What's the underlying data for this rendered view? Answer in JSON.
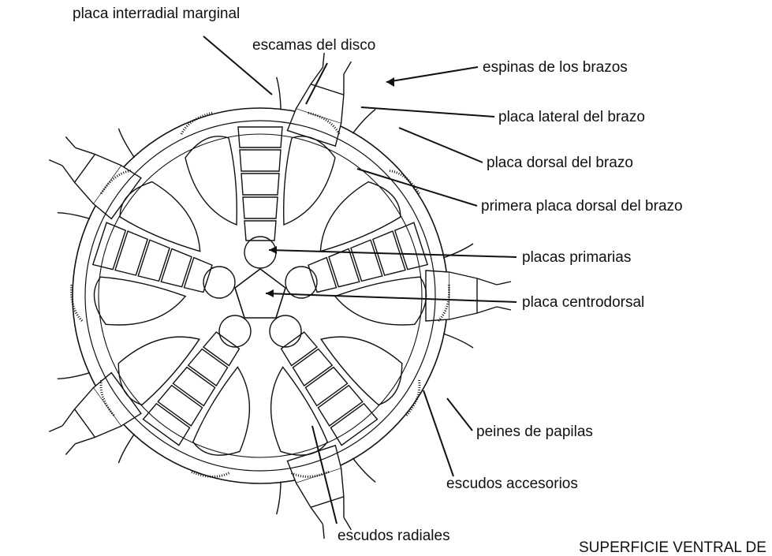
{
  "labels": {
    "placa_interradial_marginal": "placa interradial marginal",
    "escamas_del_disco": "escamas del disco",
    "espinas_de_los_brazos": "espinas de los brazos",
    "placa_lateral_del_brazo": "placa lateral del brazo",
    "placa_dorsal_del_brazo": "placa dorsal del brazo",
    "primera_placa_dorsal_del_brazo": "primera placa dorsal del brazo",
    "placas_primarias": "placas primarias",
    "placa_centrodorsal": "placa centrodorsal",
    "peines_de_papilas": "peines de papilas",
    "escudos_accesorios": "escudos accesorios",
    "escudos_radiales": "escudos radiales"
  },
  "footer": {
    "text": "SUPERFICIE VENTRAL DE"
  },
  "colors": {
    "ink": "#111111",
    "background": "#ffffff"
  }
}
